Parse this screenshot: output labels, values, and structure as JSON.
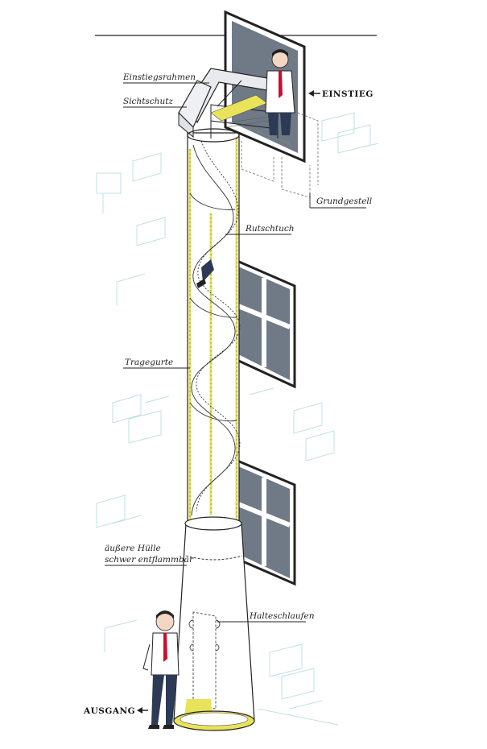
{
  "labels": {
    "einstiegsrahmen": "Einstiegsrahmen",
    "sichtschutz": "Sichtschutz",
    "einstieg": "EINSTIEG",
    "grundgestell": "Grundgestell",
    "rutschtuch": "Rutschtuch",
    "tragegurte": "Tragegurte",
    "aeussere_huelle_1": "äußere Hülle",
    "aeussere_huelle_2": "schwer entflammbar",
    "halteschlaufen": "Halteschlaufen",
    "ausgang": "AUSGANG"
  },
  "icons": {
    "entry_arrow": "arrow-left-icon",
    "exit_arrow": "arrow-left-icon"
  },
  "colors": {
    "outline": "#222222",
    "window_glass": "#6f7a86",
    "harness_yellow": "#e9e35a",
    "wall_sketch": "#bfe0e6",
    "tube_fill": "#ffffff",
    "tie_red": "#c8102e",
    "suit_navy": "#2d3a55"
  }
}
